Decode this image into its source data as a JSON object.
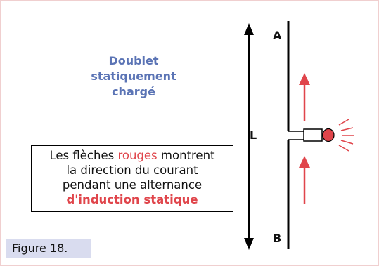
{
  "diagram": {
    "title_lines": [
      "Doublet",
      "statiquement",
      "chargé"
    ],
    "note": {
      "line1_prefix": "Les flèches ",
      "line1_red": "rouges",
      "line1_suffix": " montrent",
      "line2": "la direction du courant",
      "line3": "pendant une alternance",
      "line4_red_bold": "d'induction statique"
    },
    "labels": {
      "top": "A",
      "bottom": "B",
      "length": "L"
    },
    "caption": "Figure 18.",
    "colors": {
      "title": "#5b74b5",
      "accent_red": "#e0454b",
      "caption_bg": "#d9dcef"
    }
  }
}
